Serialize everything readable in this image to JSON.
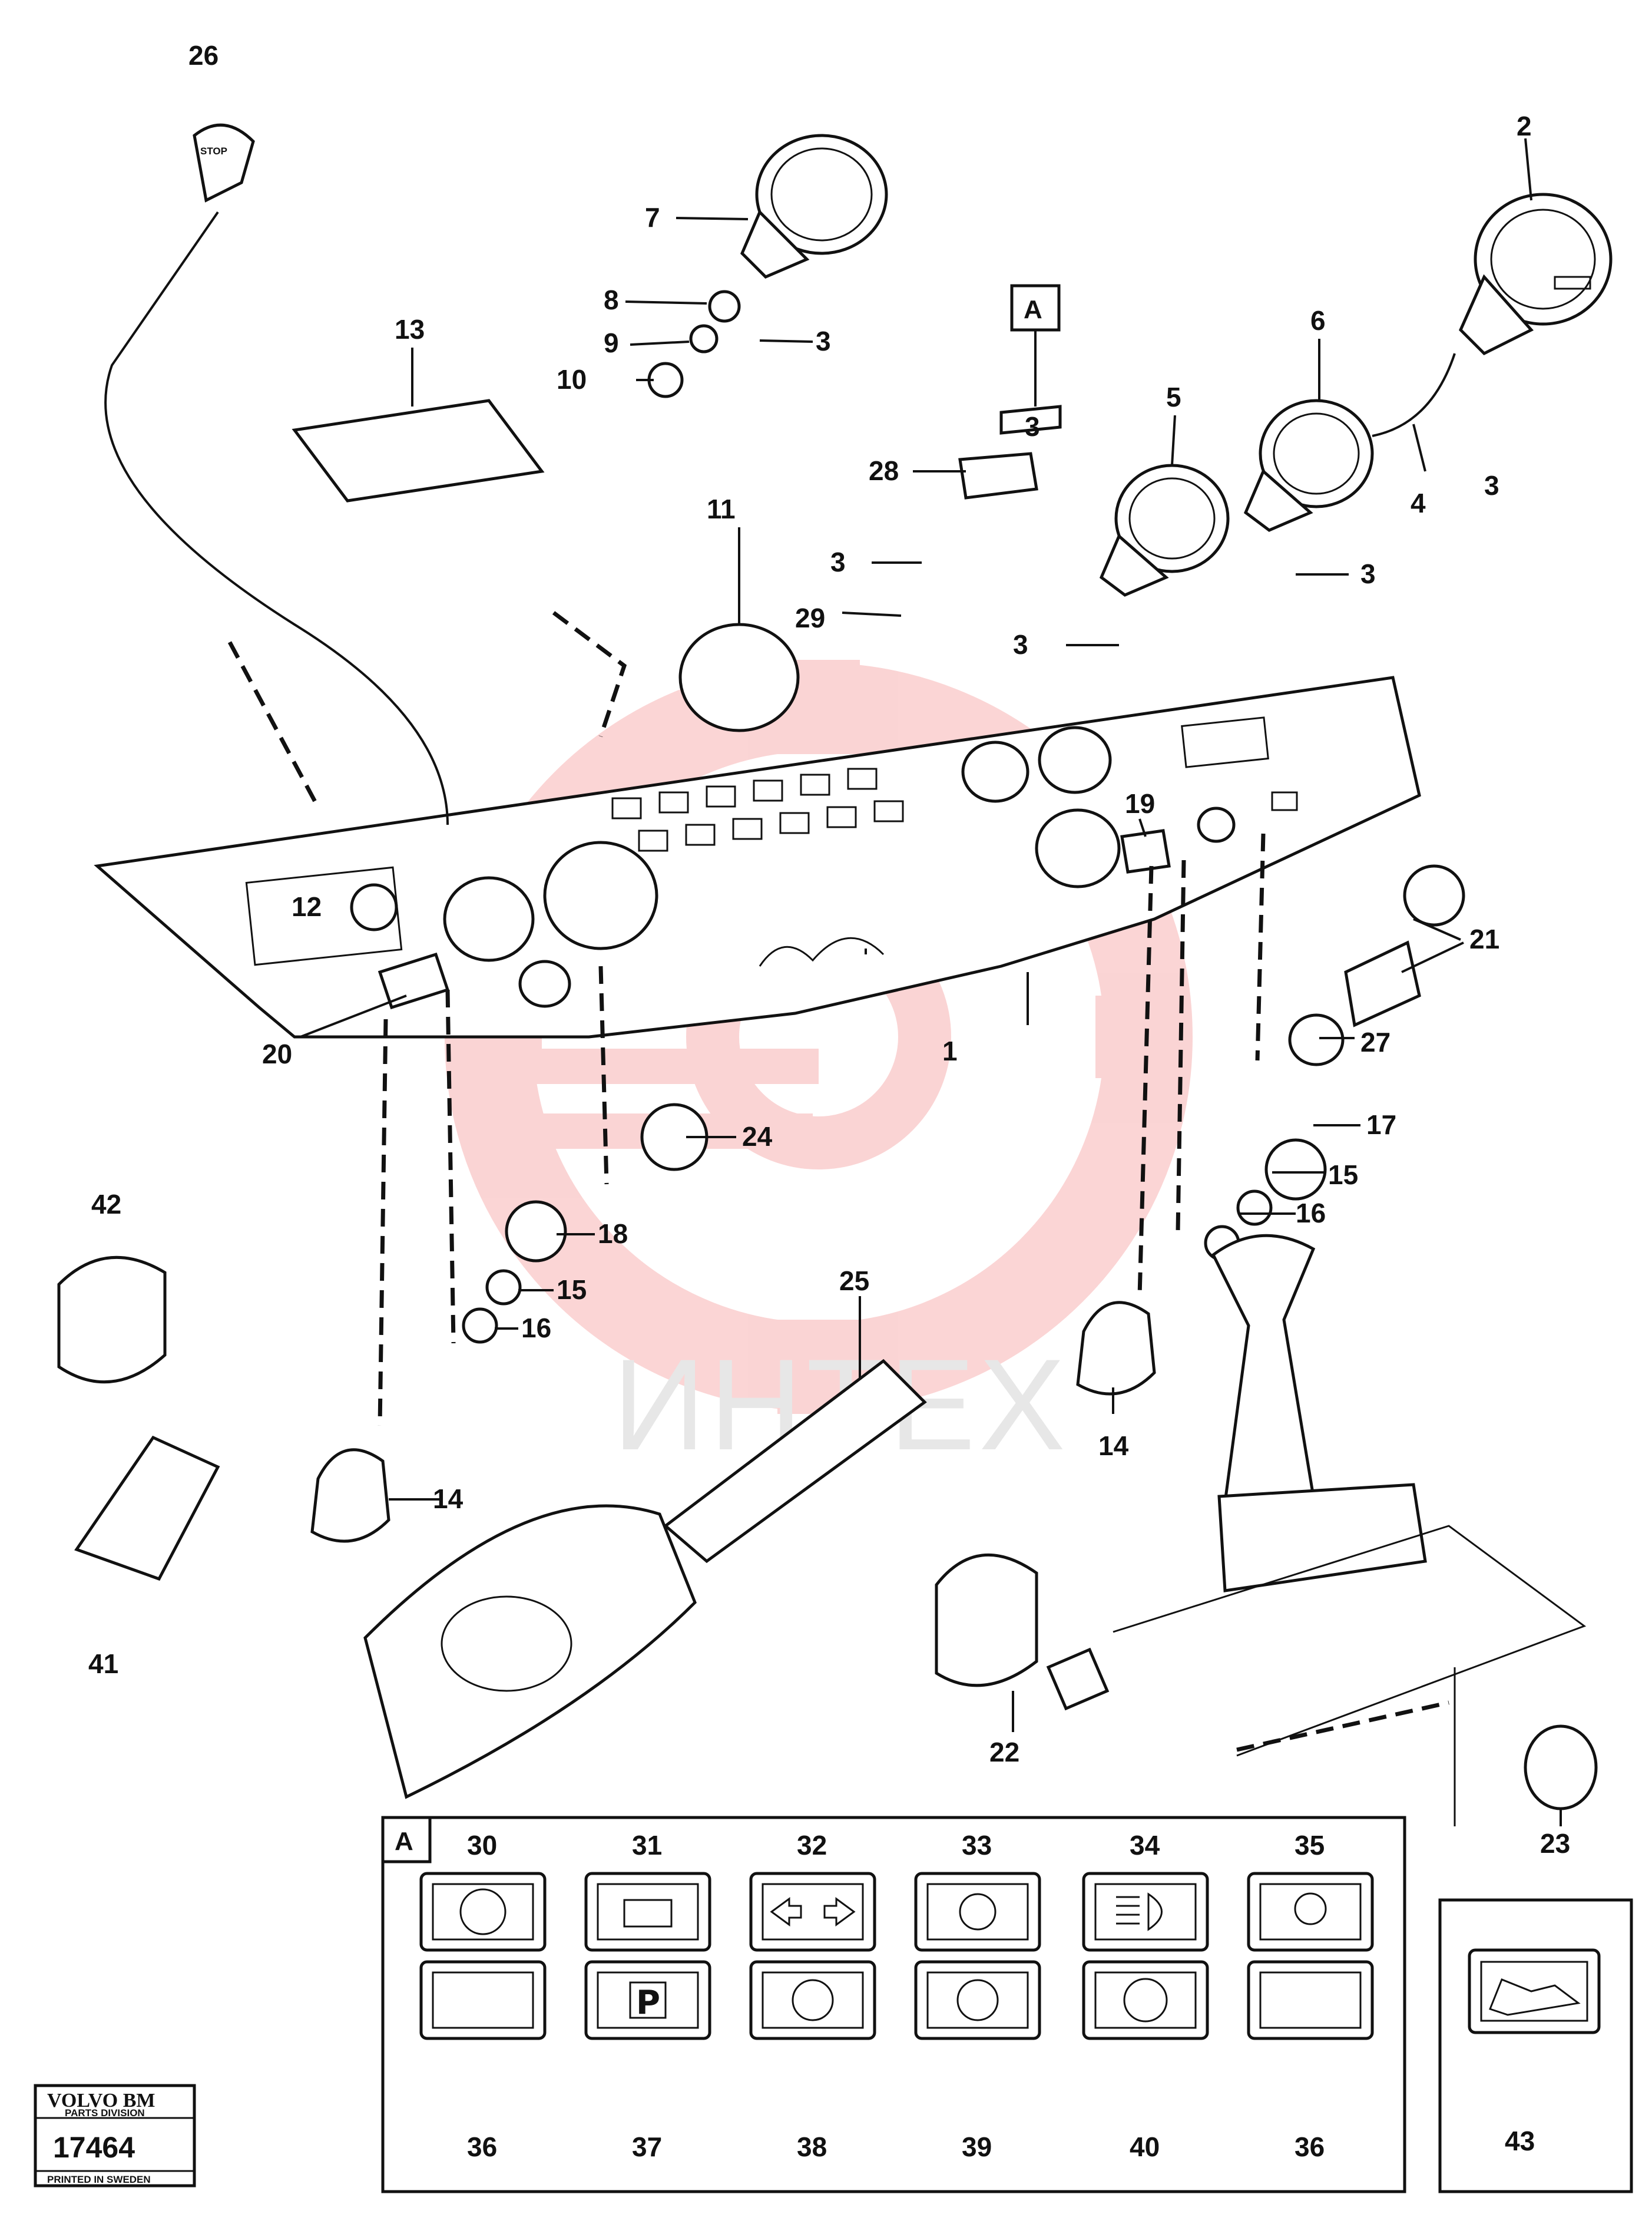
{
  "watermark": {
    "text": "ИНТЕХ",
    "color": "#f27d7d"
  },
  "labels": {
    "l1": "1",
    "l2": "2",
    "l3a": "3",
    "l3b": "3",
    "l3c": "3",
    "l3d": "3",
    "l3e": "3",
    "l3f": "3",
    "l4": "4",
    "l5": "5",
    "l6": "6",
    "l7": "7",
    "l8": "8",
    "l9": "9",
    "l10": "10",
    "l11": "11",
    "l12": "12",
    "l13": "13",
    "l14a": "14",
    "l14b": "14",
    "l15a": "15",
    "l15b": "15",
    "l16a": "16",
    "l16b": "16",
    "l17": "17",
    "l18": "18",
    "l19": "19",
    "l20": "20",
    "l21": "21",
    "l22": "22",
    "l23": "23",
    "l24": "24",
    "l25": "25",
    "l26": "26",
    "l27": "27",
    "l28": "28",
    "l29": "29",
    "l41": "41",
    "l42": "42"
  },
  "detail_ref": {
    "letter": "A"
  },
  "panel_a": {
    "letter": "A",
    "top_row": [
      "30",
      "31",
      "32",
      "33",
      "34",
      "35"
    ],
    "bottom_row": [
      "36",
      "37",
      "38",
      "39",
      "40",
      "36"
    ],
    "p_glyph": "P"
  },
  "panel_43": {
    "number": "43"
  },
  "stamp": {
    "brand": "VOLVO BM",
    "division": "PARTS DIVISION",
    "number": "17464",
    "printed": "PRINTED IN SWEDEN"
  },
  "stop_text": "STOP"
}
